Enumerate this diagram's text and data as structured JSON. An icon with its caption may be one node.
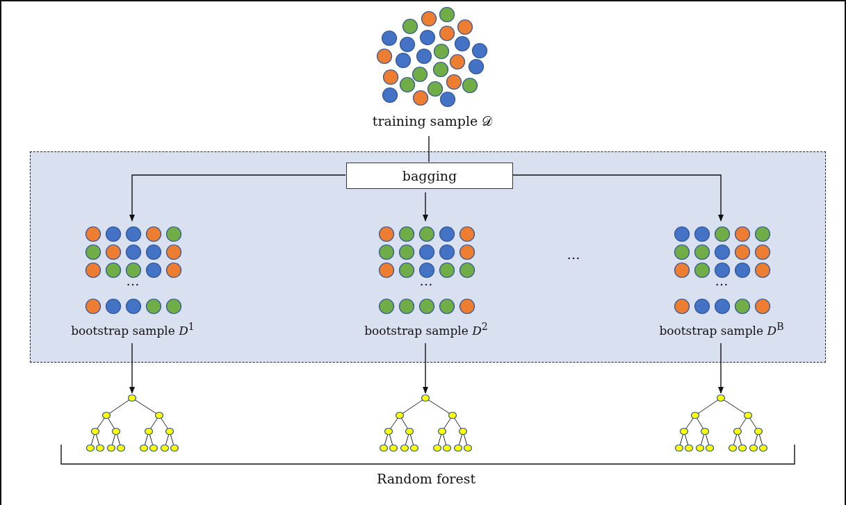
{
  "diagram": {
    "nodes": [
      {
        "text": [
          "training sample 𝒟"
        ]
      },
      {
        "text": [],
        "shape": "box"
      },
      {
        "text": [
          "bagging"
        ],
        "in": 1
      },
      {
        "text": [
          "…",
          "bootstrap sample *D*$^{1}$"
        ],
        "in": 1
      },
      {
        "text": [
          "…",
          "bootstrap sample *D*$^{2}$"
        ],
        "in": 1
      },
      {
        "text": [
          "…",
          "bootstrap sample *D*$^{B}$"
        ],
        "in": 1
      },
      {
        "text": [],
        "shape": "tree"
      },
      {
        "text": [],
        "shape": "tree"
      },
      {
        "text": [],
        "shape": "tree"
      }
    ],
    "edges": [
      {
        "from": 0,
        "to": 2,
        "arrow": "none"
      },
      {
        "from": 2,
        "to": 3,
        "arrow": "to"
      },
      {
        "from": 2,
        "to": 4,
        "arrow": "to"
      },
      {
        "from": 2,
        "to": 5,
        "arrow": "to"
      },
      {
        "from": 3,
        "to": 6,
        "arrow": "to"
      },
      {
        "from": 4,
        "to": 7,
        "arrow": "to"
      },
      {
        "from": 5,
        "to": 8,
        "arrow": "to"
      }
    ],
    "labels": [
      "…",
      "Random forest"
    ]
  }
}
